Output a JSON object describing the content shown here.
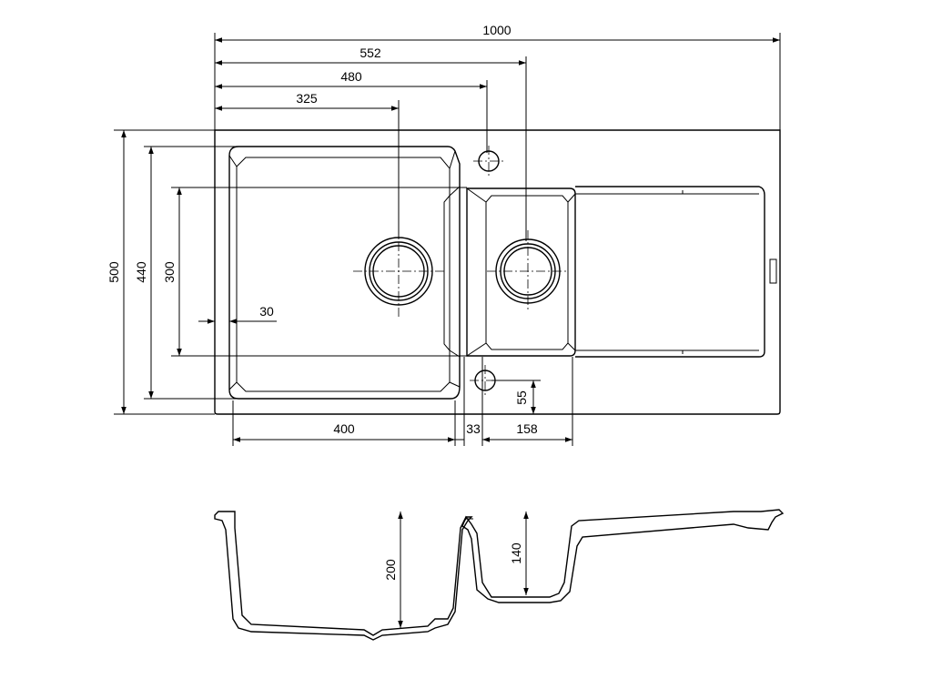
{
  "plan_view": {
    "dimensions": {
      "overall_length": "1000",
      "to_small_bowl_center": "552",
      "to_tap_hole": "480",
      "to_large_bowl_center": "325",
      "overall_width": "500",
      "large_bowl_depth": "440",
      "small_bowl_depth": "300",
      "edge_offset": "30",
      "large_bowl_width": "400",
      "divider_width": "33",
      "small_bowl_width": "158",
      "tap_hole_offset": "55"
    }
  },
  "section_view": {
    "dimensions": {
      "large_bowl_height": "200",
      "small_bowl_height": "140"
    }
  }
}
